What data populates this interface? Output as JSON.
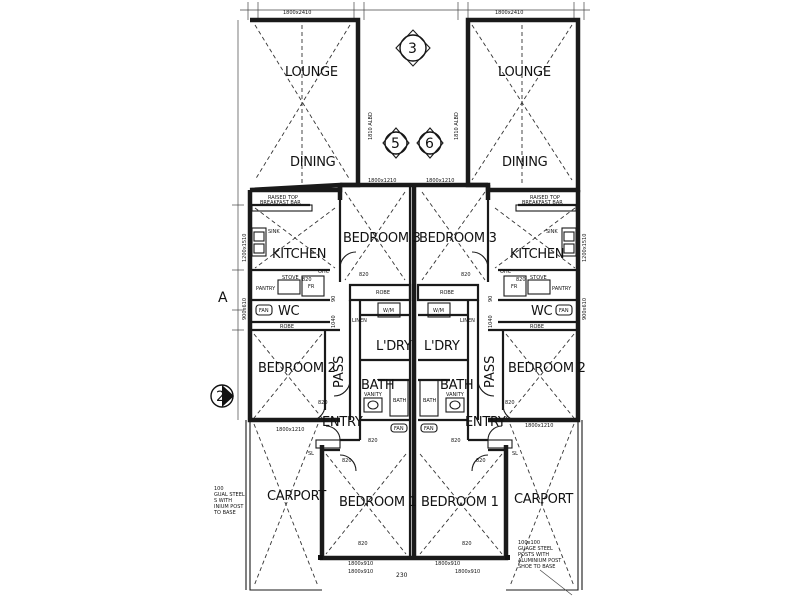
{
  "rooms": {
    "lounge": "LOUNGE",
    "dining": "DINING",
    "kitchen": "KITCHEN",
    "bedroom1": "BEDROOM 1",
    "bedroom2": "BEDROOM 2",
    "bedroom3": "BEDROOM 3",
    "wc": "WC",
    "laundry": "L'DRY",
    "bath": "BATH",
    "pass": "PASS",
    "entry": "ENTRY",
    "carport": "CARPORT",
    "pantry": "PANTRY",
    "robe": "ROBE",
    "linen": "LINEN",
    "wm": "W/M",
    "sink": "SINK",
    "stove": "STOVE",
    "fr": "FR",
    "ohc": "OHC",
    "fan": "FAN",
    "vanity": "VANITY",
    "sl": "SL",
    "breakfast_bar": [
      "RAISED TOP",
      "BREAKFAST BAR"
    ]
  },
  "dimensions": {
    "top_window": "1800x2410",
    "side_window": "1810 ALBD",
    "dining_window": "1800x1210",
    "kitchen_window": "1200x1510",
    "wc_window": "900x610",
    "bed2_window": "1800x1210",
    "bed1_window": "1800x910",
    "door": "820",
    "door_90": "90",
    "door_1040": "1040",
    "wall_gap": "230",
    "post_note_left": [
      "100",
      "GUAL STEEL",
      "S WITH",
      "INIUM POST",
      "TO BASE"
    ],
    "post_note_right": [
      "100x100",
      "GUAGE STEEL",
      "POSTS WITH",
      "ALUMINIUM POST",
      "SHOE TO BASE"
    ]
  },
  "markers": {
    "unit3": "3",
    "unit5": "5",
    "unit6": "6",
    "section2": "2",
    "section_a": "A"
  }
}
